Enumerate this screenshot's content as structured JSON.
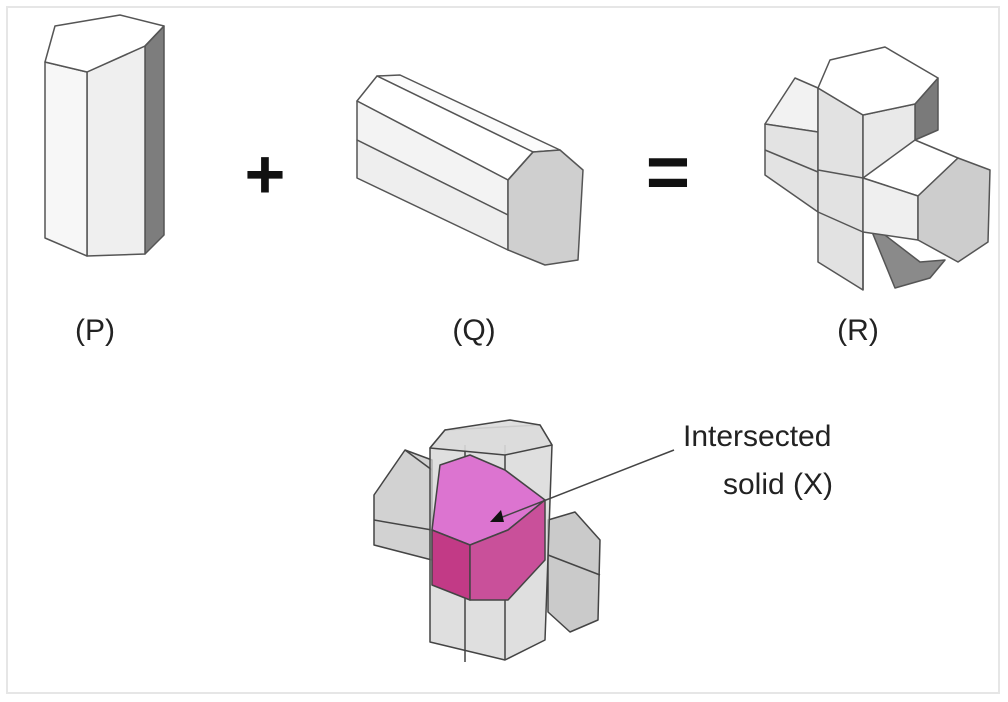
{
  "labels": {
    "p": "(P)",
    "q": "(Q)",
    "r": "(R)"
  },
  "operators": {
    "plus": "+",
    "equals": "="
  },
  "annotation": {
    "line1": "Intersected",
    "line2": "solid (X)"
  },
  "colors": {
    "face_front": "#f4f4f4",
    "face_side": "#d9d9d9",
    "face_top": "#ffffff",
    "edge": "#555555",
    "transparent_body": "#c8c8c8",
    "intersect_light": "#d86ac8",
    "intersect_dark": "#c73f8e"
  }
}
